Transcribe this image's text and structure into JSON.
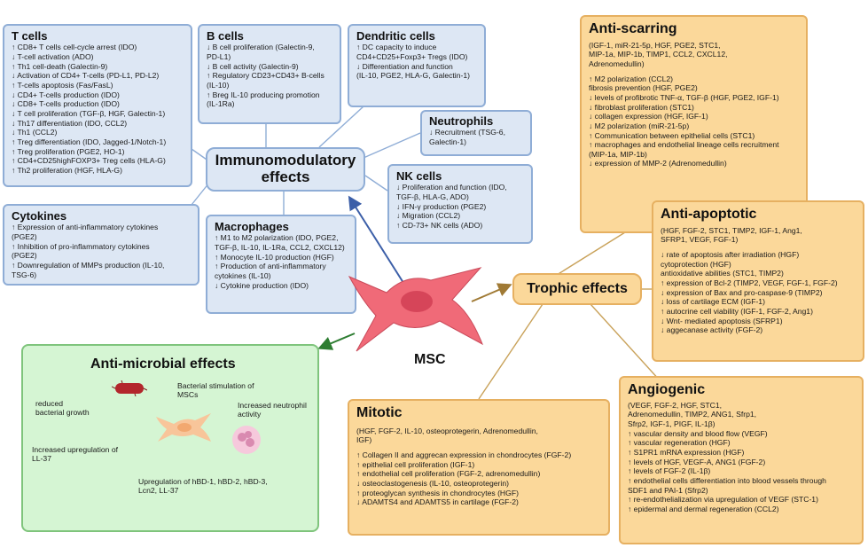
{
  "hubs": {
    "immuno": [
      "Immunomodulatory",
      "effects"
    ],
    "trophic": "Trophic effects",
    "msc": "MSC"
  },
  "boxes": {
    "tcells": {
      "title": "T cells",
      "lines": [
        "↑ CD8+ T cells cell-cycle arrest (IDO)",
        "↓ T-cell activation (ADO)",
        "↑ Th1 cell-death (Galectin-9)",
        "↓ Activation of CD4+ T-cells (PD-L1, PD-L2)",
        "↑ T-cells apoptosis (Fas/FasL)",
        "↓ CD4+ T-cells production (IDO)",
        "↓ CD8+ T-cells  production (IDO)",
        "↓ T cell proliferation (TGF-β, HGF, Galectin-1)",
        "↓ Th17 differentiation (IDO, CCL2)",
        "↓ Th1 (CCL2)",
        "↑ Treg differentiation (IDO, Jagged-1/Notch-1)",
        "↑ Treg proliferation (PGE2, HO-1)",
        "↑ CD4+CD25highFOXP3+ Treg cells (HLA-G)",
        "↑ Th2 proliferation  (HGF, HLA-G)"
      ]
    },
    "bcells": {
      "title": "B cells",
      "lines": [
        "↓ B cell proliferation (Galectin-9,",
        "PD-L1)",
        "↓  B cell activity (Galectin-9)",
        "↑  Regulatory CD23+CD43+ B-cells",
        "(IL-10)",
        "↑  Breg IL-10 producing promotion",
        "(IL-1Ra)"
      ]
    },
    "dendritic": {
      "title": "Dendritic cells",
      "lines": [
        "↑ DC capacity to induce",
        "CD4+CD25+Foxp3+ Tregs (IDO)",
        "↓  Differentiation and function",
        "(IL-10, PGE2, HLA-G, Galectin-1)"
      ]
    },
    "neutrophils": {
      "title": "Neutrophils",
      "lines": [
        "↓ Recruitment (TSG-6,",
        "Galectin-1)"
      ]
    },
    "nkcells": {
      "title": "NK cells",
      "lines": [
        "↓ Proliferation and function (IDO,",
        "TGF-β, HLA-G, ADO)",
        "↓ IFN-γ production (PGE2)",
        "↓ Migration (CCL2)",
        "↑ CD-73+ NK cells (ADO)"
      ]
    },
    "cytokines": {
      "title": "Cytokines",
      "lines": [
        "↑ Expression of anti-inflammatory cytokines",
        "(PGE2)",
        "↑ Inhibition of pro-inflammatory cytokines",
        "(PGE2)",
        "↑ Downregulation of MMPs production (IL-10,",
        "TSG-6)"
      ]
    },
    "macrophages": {
      "title": "Macrophages",
      "lines": [
        "↑ M1 to M2 polarization (IDO, PGE2,",
        "TGF-β, IL-10, IL-1Ra, CCL2, CXCL12)",
        "↑ Monocyte IL-10 production (HGF)",
        "↑ Production of anti-inflammatory",
        "cytokines (IL-10)",
        "↓ Cytokine production (IDO)"
      ]
    },
    "antiscarring": {
      "title": "Anti-scarring",
      "lines": [
        "(IGF-1, miR-21-5p, HGF, PGE2, STC1,",
        "MIP-1a, MIP-1b, TIMP1, CCL2, CXCL12,",
        "Adrenomedullin)",
        "",
        "↑ M2 polarization (CCL2)",
        "fibrosis prevention  (HGF, PGE2)",
        "↓ levels of profibrotic TNF-α, TGF-β  (HGF, PGE2, IGF-1)",
        "↓ fibroblast proliferation (STC1)",
        "↓ collagen expression (HGF, IGF-1)",
        "↓  M2 polarization (miR-21-5p)",
        "↑ Communication between epithelial cells (STC1)",
        "↑ macrophages and endothelial lineage cells recruitment",
        "(MIP-1a, MIP-1b)",
        "↓ expression of MMP-2 (Adrenomedullin)"
      ]
    },
    "antiapoptotic": {
      "title": "Anti-apoptotic",
      "lines": [
        "(HGF, FGF-2, STC1, TIMP2, IGF-1, Ang1,",
        "SFRP1, VEGF, FGF-1)",
        "",
        "↓ rate of apoptosis after irradiation (HGF)",
        "   cytoprotection (HGF)",
        "   antioxidative abilities (STC1, TIMP2)",
        "↑ expression of Bcl-2 (TIMP2, VEGF, FGF-1, FGF-2)",
        "↓ expression of Bax and pro-caspase-9 (TIMP2)",
        "↓ loss of cartilage ECM (IGF-1)",
        "↑ autocrine cell viability (IGF-1, FGF-2, Ang1)",
        "↓ Wnt- mediated apoptosis (SFRP1)",
        "↓ aggecanase activity (FGF-2)"
      ]
    },
    "angiogenic": {
      "title": "Angiogenic",
      "lines": [
        "(VEGF, FGF-2, HGF, STC1,",
        "Adrenomedullin, TIMP2, ANG1, Sfrp1,",
        "Sfrp2, IGF-1, PIGF, IL-1β)",
        "↑ vascular density and blood flow (VEGF)",
        "↑ vascular regeneration (HGF)",
        "↑ S1PR1 mRNA expression (HGF)",
        "↑ levels of HGF, VEGF-A, ANG1 (FGF-2)",
        "↑ levels of FGF-2 (IL-1β)",
        "↑ endothelial cells differentiation into blood vessels through",
        "SDF1 and PAI-1 (Sfrp2)",
        "↑ re-endothelialization via upregulation of VEGF (STC-1)",
        "↑ epidermal and dermal regeneration (CCL2)"
      ]
    },
    "mitotic": {
      "title": "Mitotic",
      "lines": [
        "(HGF, FGF-2, IL-10, osteoprotegerin, Adrenomedullin,",
        "IGF)",
        "",
        "↑ Collagen II and aggrecan expression in chondrocytes (FGF-2)",
        "↑ epithelial cell proliferation (IGF-1)",
        "↑ endothelial cell proliferation (FGF-2, adrenomedullin)",
        "↓ osteoclastogenesis (IL-10, osteoprotegerin)",
        "↑ proteoglycan synthesis in chondrocytes (HGF)",
        "↓ ADAMTS4 and ADAMTS5 in cartilage (FGF-2)"
      ]
    }
  },
  "antimicrobial": {
    "title": "Anti-microbial effects",
    "reduced_growth": [
      "reduced",
      "bacterial growth"
    ],
    "stimulation": [
      "Bacterial stimulation of",
      "MSCs"
    ],
    "neutrophil_activity": [
      "Increased neutrophil",
      "activity"
    ],
    "ll37": [
      "Increased upregulation of",
      "LL-37"
    ],
    "hbd": [
      "Upregulation of hBD-1, hBD-2, hBD-3,",
      "Lcn2, LL-37"
    ]
  },
  "colors": {
    "blue_fill": "#dde7f4",
    "blue_border": "#8fadd6",
    "orange_fill": "#fbd89a",
    "orange_border": "#e6b061",
    "green_fill": "#d5f5d3",
    "green_border": "#7fc47c",
    "msc_cell": "#f06a78",
    "msc_nucleus": "#d64559",
    "arrow_blue": "#3c5fa8",
    "arrow_brown": "#a07a35",
    "arrow_green": "#2e7d32"
  }
}
